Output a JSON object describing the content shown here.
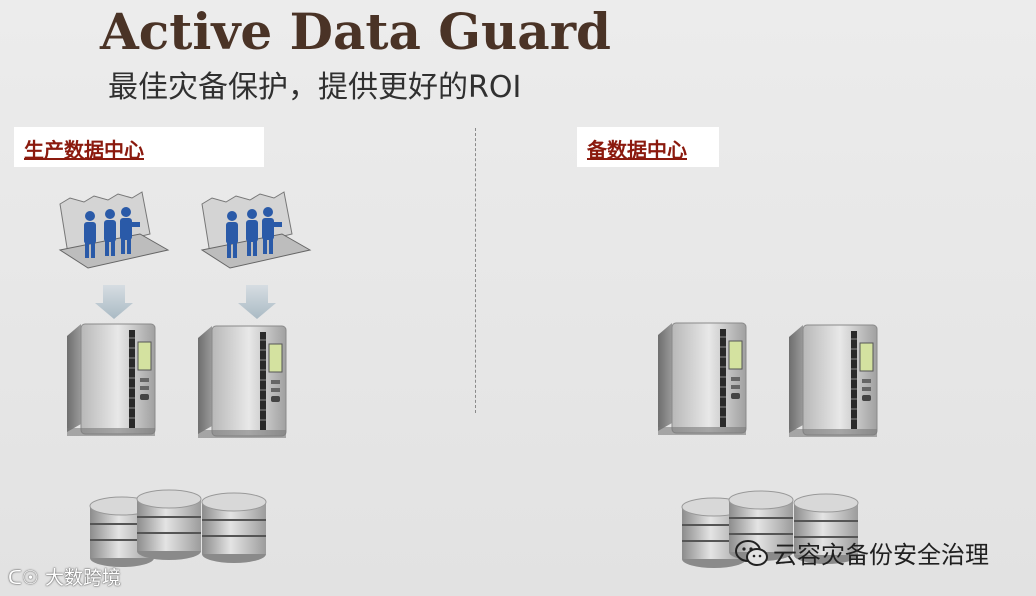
{
  "slide": {
    "title": "Active Data Guard",
    "subtitle": "最佳灾备保护，提供更好的ROI",
    "production_label": "生产数据中心",
    "standby_label": "备数据中心"
  },
  "watermark": {
    "left_text": "大数跨境",
    "right_text": "云容灾备份安全治理"
  },
  "icons": [
    "users-room-icon",
    "arrow-down-icon",
    "server-icon",
    "database-icon",
    "wechat-icon"
  ],
  "colors": {
    "title": "#4a3326",
    "label": "#8b1a0e",
    "people": "#2a5aa8"
  }
}
